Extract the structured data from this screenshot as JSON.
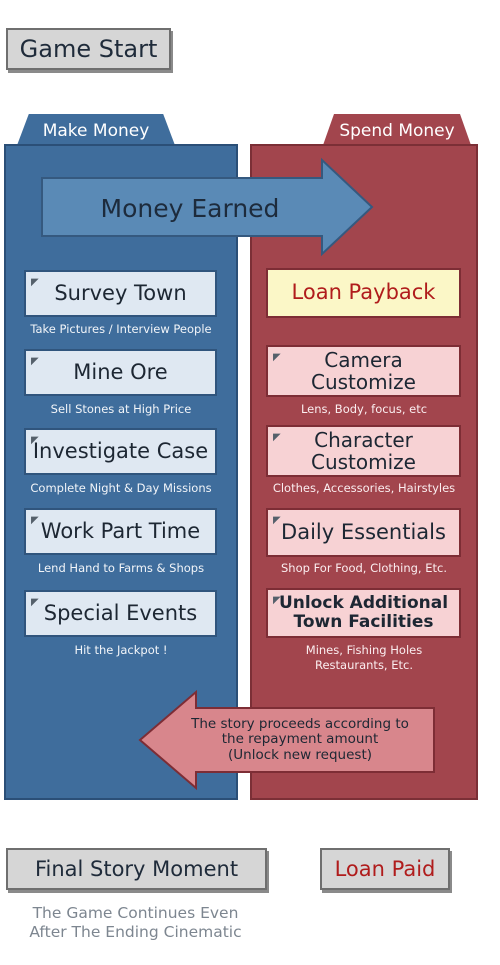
{
  "game_start": "Game Start",
  "left_column": {
    "tab": "Make Money",
    "items": [
      {
        "label": "Survey Town",
        "caption": "Take Pictures / Interview People"
      },
      {
        "label": "Mine Ore",
        "caption": "Sell Stones at High Price"
      },
      {
        "label": "Investigate Case",
        "caption": "Complete Night & Day Missions"
      },
      {
        "label": "Work Part Time",
        "caption": "Lend Hand to Farms & Shops"
      },
      {
        "label": "Special Events",
        "caption": "Hit the Jackpot !"
      }
    ]
  },
  "right_column": {
    "tab": "Spend Money",
    "loan_payback": "Loan Payback",
    "items": [
      {
        "label_1": "Camera",
        "label_2": "Customize",
        "caption": "Lens, Body, focus, etc"
      },
      {
        "label_1": "Character",
        "label_2": "Customize",
        "caption": "Clothes, Accessories, Hairstyles"
      },
      {
        "label_1": "Daily Essentials",
        "label_2": "",
        "caption": "Shop For Food, Clothing, Etc."
      },
      {
        "label_1": "Unlock Additional",
        "label_2": "Town Facilities",
        "caption_1": "Mines, Fishing Holes",
        "caption_2": "Restaurants, Etc."
      }
    ]
  },
  "money_earned_arrow": "Money Earned",
  "story_arrow": {
    "line_1": "The story proceeds according to",
    "line_2": "the repayment amount",
    "line_3": "(Unlock new request)"
  },
  "final_story": "Final Story Moment",
  "loan_paid": "Loan Paid",
  "continue_note": {
    "line_1": "The Game Continues Even",
    "line_2": "After The Ending Cinematic"
  },
  "colors": {
    "blue_column": "#3f6d9c",
    "red_column": "#a2454d",
    "money_arrow": "#5a8ab6",
    "story_arrow": "#d8868c",
    "loan_text": "#b01c1c"
  }
}
